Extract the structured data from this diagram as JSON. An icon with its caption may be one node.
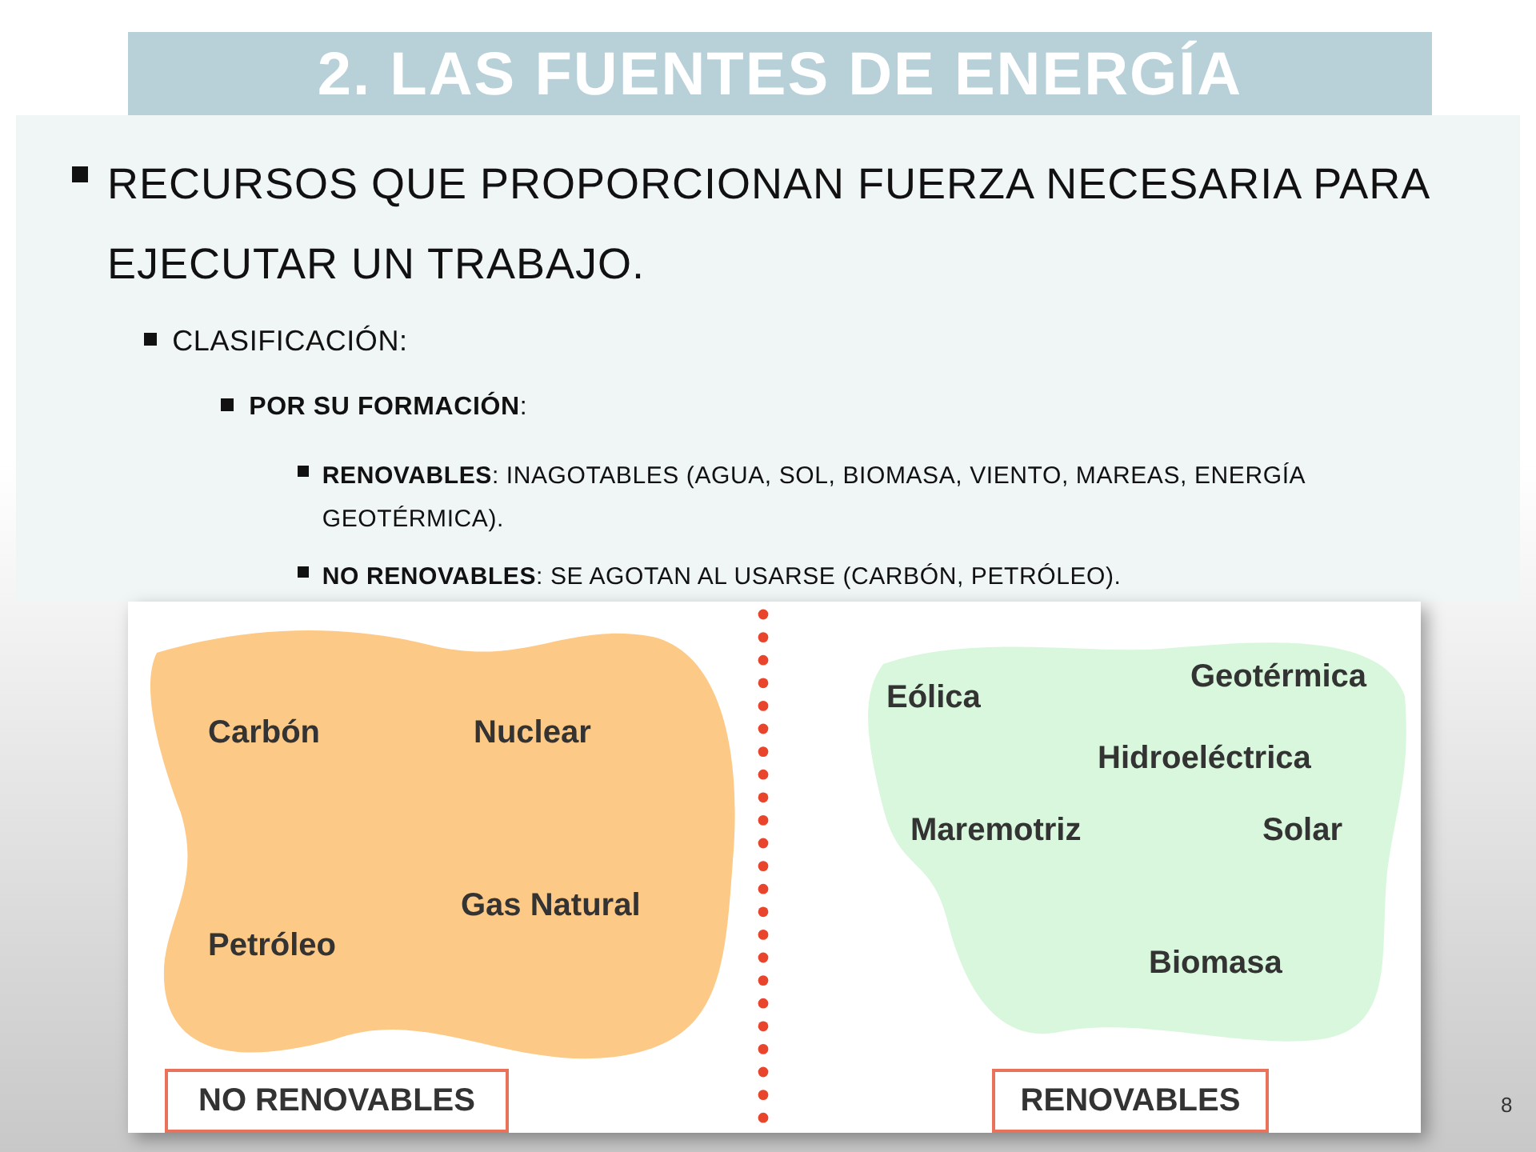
{
  "diagram": {
    "title": "2. LAS FUENTES DE ENERGÍA",
    "nodes": [
      {
        "text": [
          "Carbón",
          "Nuclear",
          "Gas Natural",
          "Petróleo"
        ]
      },
      {
        "text": [
          "Eólica",
          "Geotérmica",
          "Hidroeléctrica",
          "Maremotriz",
          "Solar",
          "Biomasa"
        ]
      },
      {
        "text": [
          "NO RENOVABLES"
        ]
      },
      {
        "text": [
          "RENOVABLES"
        ]
      }
    ],
    "edges": [],
    "labels": [
      "RECURSOS QUE PROPORCIONAN FUERZA NECESARIA PARA EJECUTAR UN TRABAJO.",
      "CLASIFICACIÓN:",
      "**POR SU FORMACIÓN**:",
      "**RENOVABLES**: INAGOTABLES (AGUA, SOL, BIOMASA, VIENTO, MAREAS, ENERGÍA GEOTÉRMICA).",
      "**NO RENOVABLES**: SE AGOTAN AL USARSE (CARBÓN, PETRÓLEO).",
      "8"
    ]
  }
}
